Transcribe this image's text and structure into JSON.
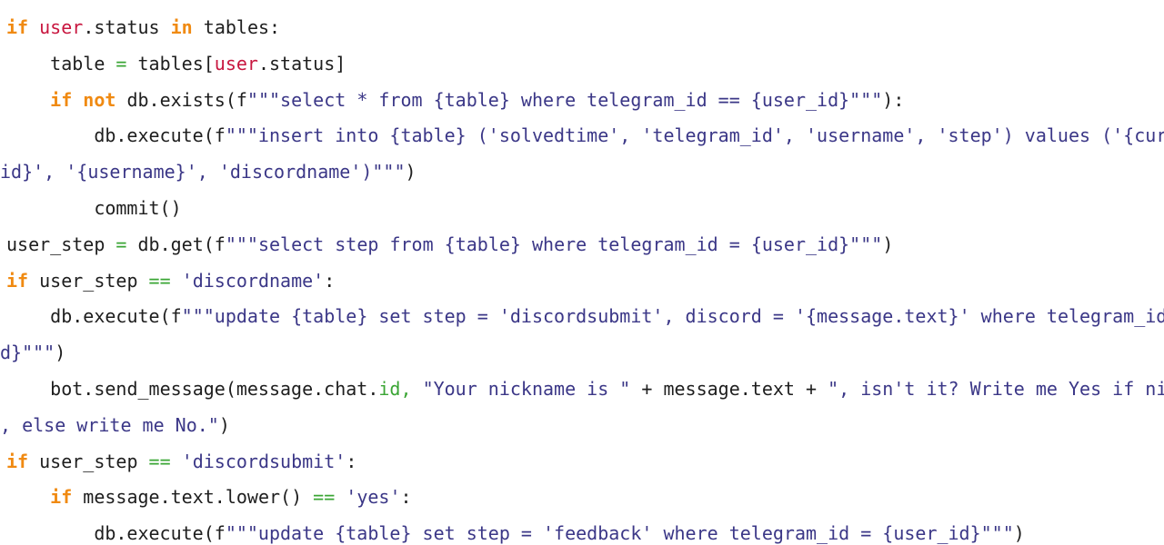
{
  "colors": {
    "keyword": "#f08a12",
    "variable": "#c8163f",
    "string": "#3b3787",
    "operator": "#3aa534",
    "text": "#1e1e1e"
  },
  "lines": [
    {
      "indent": 0,
      "tokens": [
        {
          "t": "if",
          "c": "kw"
        },
        {
          "t": " ",
          "c": "plain"
        },
        {
          "t": "user",
          "c": "var"
        },
        {
          "t": ".status ",
          "c": "plain"
        },
        {
          "t": "in",
          "c": "kw"
        },
        {
          "t": " tables:",
          "c": "plain"
        }
      ]
    },
    {
      "indent": 4,
      "tokens": [
        {
          "t": "table ",
          "c": "plain"
        },
        {
          "t": "=",
          "c": "op"
        },
        {
          "t": " tables[",
          "c": "plain"
        },
        {
          "t": "user",
          "c": "var"
        },
        {
          "t": ".status]",
          "c": "plain"
        }
      ]
    },
    {
      "indent": 4,
      "tokens": [
        {
          "t": "if not",
          "c": "kw"
        },
        {
          "t": " db.exists(f",
          "c": "plain"
        },
        {
          "t": "\"\"\"select * from {table} where telegram_id == {user_id}\"\"\"",
          "c": "str"
        },
        {
          "t": "):",
          "c": "plain"
        }
      ]
    },
    {
      "indent": 8,
      "tokens": [
        {
          "t": "db.execute(f",
          "c": "plain"
        },
        {
          "t": "\"\"\"insert into {table} ('solvedtime', 'telegram_id', 'username', 'step') values ('{curr",
          "c": "str"
        }
      ]
    },
    {
      "indent": -1,
      "tokens": [
        {
          "t": "id}', '{username}', 'discordname')\"\"\"",
          "c": "str"
        },
        {
          "t": ")",
          "c": "plain"
        }
      ]
    },
    {
      "indent": 8,
      "tokens": [
        {
          "t": "commit()",
          "c": "plain"
        }
      ]
    },
    {
      "indent": 0,
      "tokens": [
        {
          "t": "user_step ",
          "c": "plain"
        },
        {
          "t": "=",
          "c": "op"
        },
        {
          "t": " db.get(f",
          "c": "plain"
        },
        {
          "t": "\"\"\"select step from {table} where telegram_id = {user_id}\"\"\"",
          "c": "str"
        },
        {
          "t": ")",
          "c": "plain"
        }
      ]
    },
    {
      "indent": 0,
      "tokens": [
        {
          "t": "if",
          "c": "kw"
        },
        {
          "t": " user_step ",
          "c": "plain"
        },
        {
          "t": "==",
          "c": "op"
        },
        {
          "t": " ",
          "c": "plain"
        },
        {
          "t": "'discordname'",
          "c": "str"
        },
        {
          "t": ":",
          "c": "plain"
        }
      ]
    },
    {
      "indent": 4,
      "tokens": [
        {
          "t": "db.execute(f",
          "c": "plain"
        },
        {
          "t": "\"\"\"update {table} set step = 'discordsubmit', discord = '{message.text}' where telegram_id ",
          "c": "str"
        }
      ]
    },
    {
      "indent": -1,
      "tokens": [
        {
          "t": "d}\"\"\"",
          "c": "str"
        },
        {
          "t": ")",
          "c": "plain"
        }
      ]
    },
    {
      "indent": 4,
      "tokens": [
        {
          "t": "bot.send_message(message.chat.",
          "c": "plain"
        },
        {
          "t": "id,",
          "c": "op"
        },
        {
          "t": " ",
          "c": "plain"
        },
        {
          "t": "\"Your nickname is \"",
          "c": "str"
        },
        {
          "t": " + message.text + ",
          "c": "plain"
        },
        {
          "t": "\", isn't it? Write me Yes if nic",
          "c": "str"
        }
      ]
    },
    {
      "indent": -1,
      "tokens": [
        {
          "t": ", else write me No.\"",
          "c": "str"
        },
        {
          "t": ")",
          "c": "plain"
        }
      ]
    },
    {
      "indent": 0,
      "tokens": [
        {
          "t": "if",
          "c": "kw"
        },
        {
          "t": " user_step ",
          "c": "plain"
        },
        {
          "t": "==",
          "c": "op"
        },
        {
          "t": " ",
          "c": "plain"
        },
        {
          "t": "'discordsubmit'",
          "c": "str"
        },
        {
          "t": ":",
          "c": "plain"
        }
      ]
    },
    {
      "indent": 4,
      "tokens": [
        {
          "t": "if",
          "c": "kw"
        },
        {
          "t": " message.text.lower() ",
          "c": "plain"
        },
        {
          "t": "==",
          "c": "op"
        },
        {
          "t": " ",
          "c": "plain"
        },
        {
          "t": "'yes'",
          "c": "str"
        },
        {
          "t": ":",
          "c": "plain"
        }
      ]
    },
    {
      "indent": 8,
      "tokens": [
        {
          "t": "db.execute(f",
          "c": "plain"
        },
        {
          "t": "\"\"\"update {table} set step = 'feedback' where telegram_id = {user_id}\"\"\"",
          "c": "str"
        },
        {
          "t": ")",
          "c": "plain"
        }
      ]
    }
  ]
}
